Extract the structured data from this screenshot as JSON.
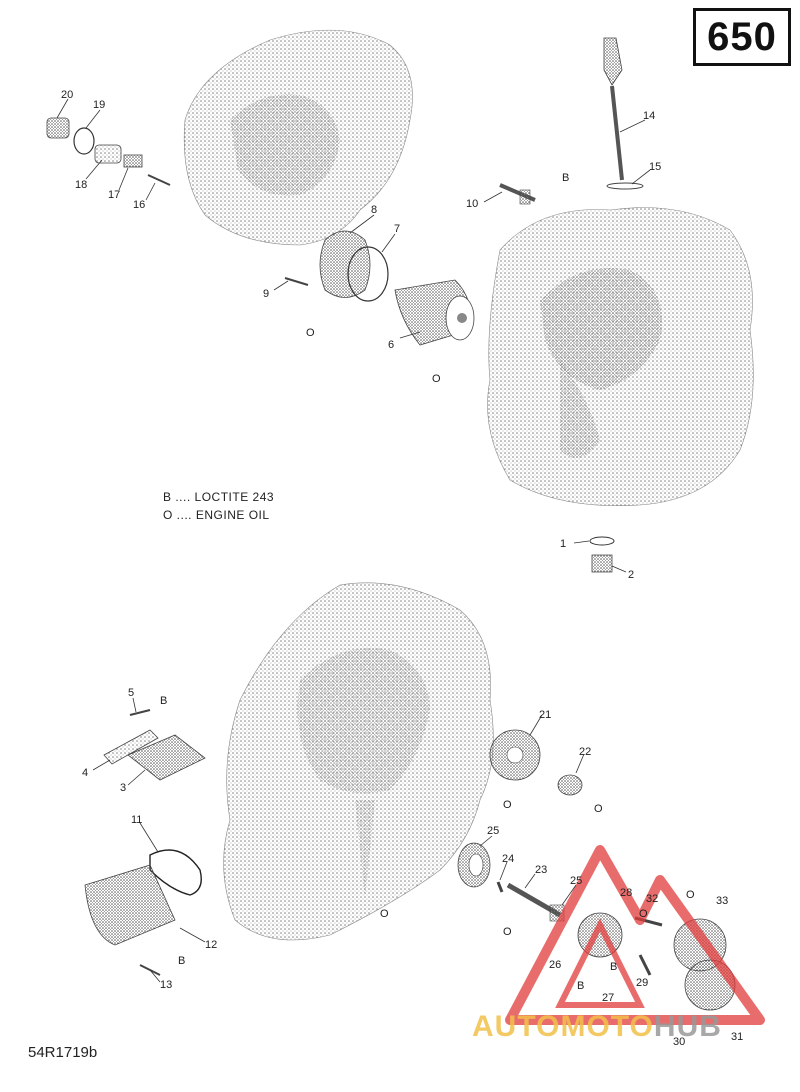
{
  "badge": "650",
  "legend": [
    {
      "code": "B",
      "text": "LOCTITE 243"
    },
    {
      "code": "O",
      "text": "ENGINE OIL"
    }
  ],
  "legend_separator": " .... ",
  "reference_code": "54R1719b",
  "watermark": {
    "part1": "AUTOMOTO",
    "part2": "HUB",
    "color_primary": "#e23b3b",
    "color_accent": "#f2c04a"
  },
  "callouts": [
    "1",
    "2",
    "3",
    "4",
    "5",
    "6",
    "7",
    "8",
    "9",
    "10",
    "11",
    "12",
    "13",
    "14",
    "15",
    "16",
    "17",
    "18",
    "19",
    "20",
    "21",
    "22",
    "23",
    "24",
    "25",
    "25",
    "26",
    "27",
    "28",
    "29",
    "30",
    "31",
    "32",
    "33"
  ],
  "codes": [
    "B",
    "B",
    "B",
    "B",
    "B",
    "O",
    "O",
    "O",
    "O",
    "O",
    "O",
    "O",
    "O"
  ],
  "colors": {
    "line": "#222222",
    "stipple": "#7a7a7a",
    "background": "#ffffff"
  }
}
